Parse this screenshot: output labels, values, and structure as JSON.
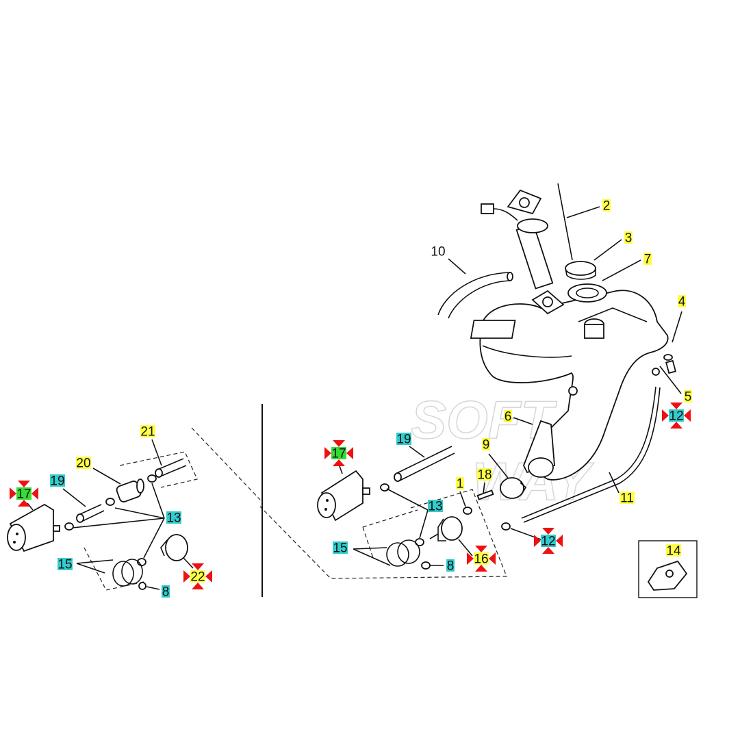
{
  "colors": {
    "yellow": "#ffff44",
    "cyan": "#33cccc",
    "green": "#33dd33",
    "marker": "#ee1111"
  },
  "watermark": [
    "SOFT",
    "WAY"
  ],
  "right_labels": {
    "l2": "2",
    "l3": "3",
    "l7": "7",
    "l4": "4",
    "l5": "5",
    "l12a": "12",
    "l10": "10",
    "l6": "6",
    "l19": "19",
    "l9": "9",
    "l17": "17",
    "l18": "18",
    "l1": "1",
    "l13": "13",
    "l11": "11",
    "l12b": "12",
    "l15": "15",
    "l8": "8",
    "l16": "16",
    "l14": "14"
  },
  "left_labels": {
    "l21": "21",
    "l20": "20",
    "l19": "19",
    "l17": "17",
    "l13": "13",
    "l15": "15",
    "l22": "22",
    "l8": "8"
  }
}
